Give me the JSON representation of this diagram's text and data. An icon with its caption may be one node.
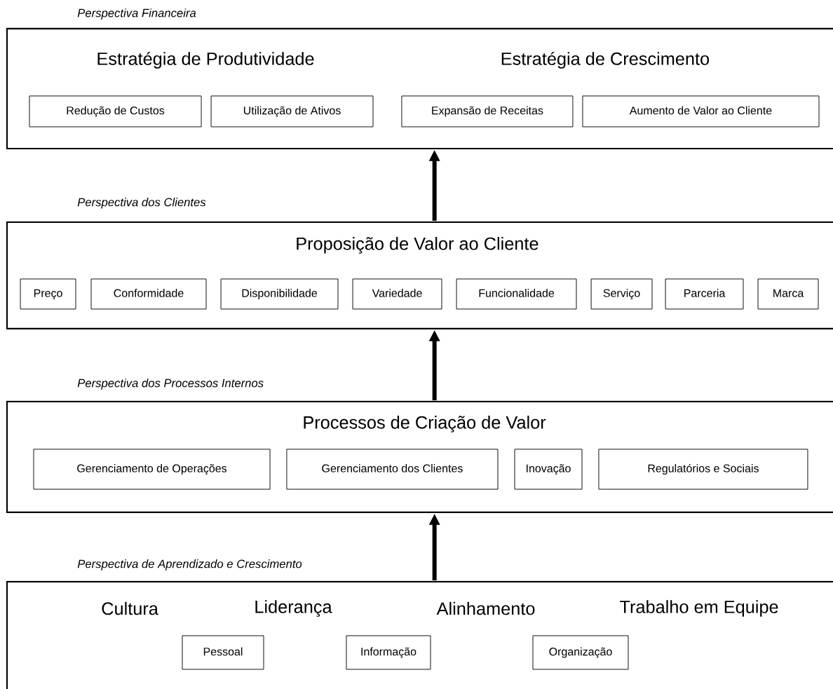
{
  "diagram": {
    "nodes": [
      {
        "text": [
          "Perspectiva Financeira",
          "Estratégia de Produtividade",
          "Estratégia de Crescimento"
        ]
      },
      {
        "text": [
          "Redução de Custos"
        ],
        "in": 0
      },
      {
        "text": [
          "Utilização de Ativos"
        ],
        "in": 0
      },
      {
        "text": [
          "Expansão de Receitas"
        ],
        "in": 0
      },
      {
        "text": [
          "Aumento de Valor ao Cliente"
        ],
        "in": 0
      },
      {
        "text": [
          "Perspectiva dos Clientes",
          "Proposição de Valor ao Cliente"
        ]
      },
      {
        "text": [
          "Preço"
        ],
        "in": 5
      },
      {
        "text": [
          "Conformidade"
        ],
        "in": 5
      },
      {
        "text": [
          "Disponibilidade"
        ],
        "in": 5
      },
      {
        "text": [
          "Variedade"
        ],
        "in": 5
      },
      {
        "text": [
          "Funcionalidade"
        ],
        "in": 5
      },
      {
        "text": [
          "Serviço"
        ],
        "in": 5
      },
      {
        "text": [
          "Parceria"
        ],
        "in": 5
      },
      {
        "text": [
          "Marca"
        ],
        "in": 5
      },
      {
        "text": [
          "Perspectiva dos Processos Internos",
          "Processos de Criação de Valor"
        ]
      },
      {
        "text": [
          "Gerenciamento de Operações"
        ],
        "in": 14
      },
      {
        "text": [
          "Gerenciamento dos Clientes"
        ],
        "in": 14
      },
      {
        "text": [
          "Inovação"
        ],
        "in": 14
      },
      {
        "text": [
          "Regulatórios e Sociais"
        ],
        "in": 14
      },
      {
        "text": [
          "Perspectiva de Aprendizado e Crescimento",
          "Cultura",
          "Liderança",
          "Alinhamento",
          "Trabalho em Equipe"
        ]
      },
      {
        "text": [
          "Pessoal"
        ],
        "in": 19
      },
      {
        "text": [
          "Informação"
        ],
        "in": 19
      },
      {
        "text": [
          "Organização"
        ],
        "in": 19
      }
    ],
    "edges": [
      {
        "from": 5,
        "to": 0,
        "arrow": "to"
      },
      {
        "from": 14,
        "to": 5,
        "arrow": "to"
      },
      {
        "from": 19,
        "to": 14,
        "arrow": "to"
      }
    ]
  }
}
